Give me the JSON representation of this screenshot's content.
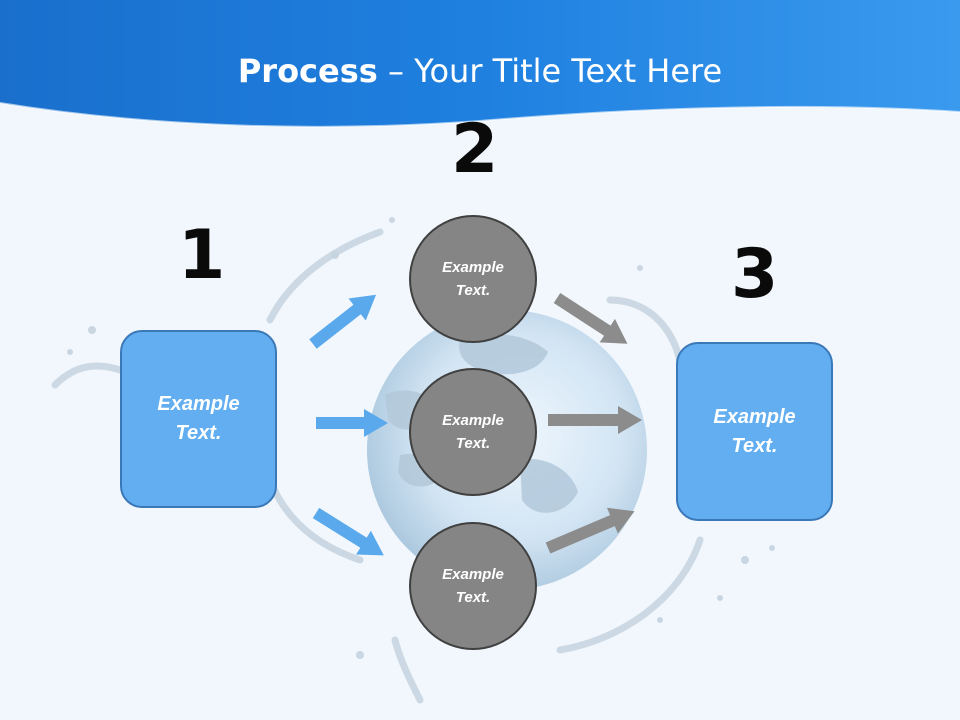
{
  "title": {
    "bold": "Process",
    "rest": " – Your Title Text Here"
  },
  "steps": {
    "step1": {
      "number": "1",
      "box_text": "Example Text."
    },
    "step2": {
      "number": "2",
      "circles": [
        {
          "text": "Example Text."
        },
        {
          "text": "Example Text."
        },
        {
          "text": "Example Text."
        }
      ]
    },
    "step3": {
      "number": "3",
      "box_text": "Example Text."
    }
  },
  "colors": {
    "header_blue": "#1f7fdc",
    "box_blue": "#62aef0",
    "arrow_blue": "#5aa9ec",
    "circle_gray": "#858585",
    "arrow_gray": "#8c8c8c"
  }
}
